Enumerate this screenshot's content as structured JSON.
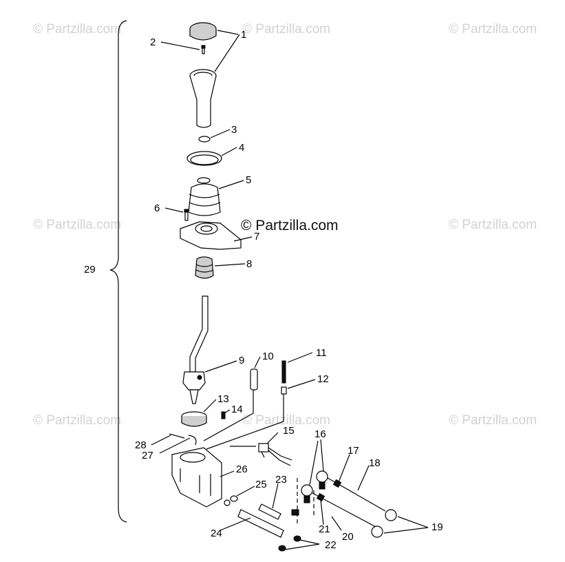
{
  "watermarks": {
    "repeat_text": "© Partzilla.com",
    "center_text": "© Partzilla.com"
  },
  "callouts": {
    "c1": "1",
    "c2": "2",
    "c3": "3",
    "c4": "4",
    "c5": "5",
    "c6": "6",
    "c7": "7",
    "c8": "8",
    "c9": "9",
    "c10": "10",
    "c11": "11",
    "c12": "12",
    "c13": "13",
    "c14": "14",
    "c15": "15",
    "c16": "16",
    "c17": "17",
    "c18": "18",
    "c19": "19",
    "c20": "20",
    "c21": "21",
    "c22": "22",
    "c23": "23",
    "c24": "24",
    "c25": "25",
    "c26": "26",
    "c27": "27",
    "c28": "28",
    "c29": "29"
  },
  "colors": {
    "line": "#000000",
    "watermark": "#d2d2d2",
    "background": "#ffffff"
  }
}
